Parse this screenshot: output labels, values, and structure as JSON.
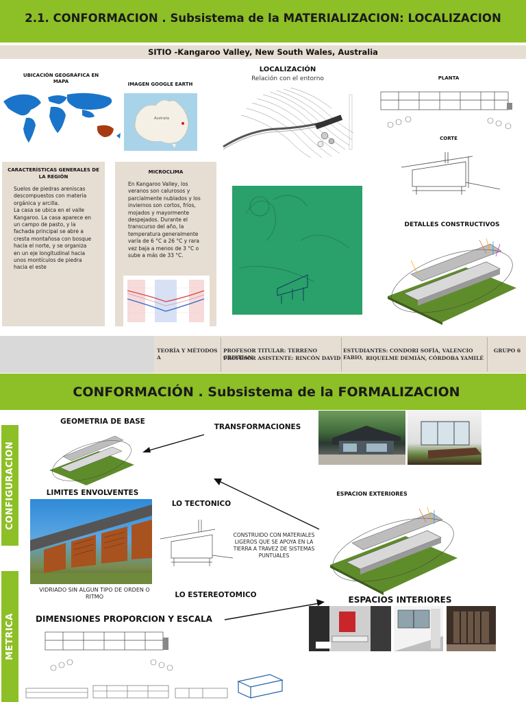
{
  "header1": {
    "title": "2.1. CONFORMACION . Subsistema de la MATERIALIZACION: LOCALIZACION"
  },
  "site": {
    "label": "SITIO -Kangaroo Valley, New South Wales, Australia"
  },
  "ubicacion": {
    "title": "UBICACIÓN GEOGRÁFICA EN MAPA"
  },
  "google": {
    "title": "IMAGEN GOOGLE EARTH",
    "map_label": "Australia"
  },
  "localizacion": {
    "title": "LOCALIZACIÓN",
    "subtitle": "Relación con el entorno"
  },
  "planta": {
    "title": "PLANTA"
  },
  "corte": {
    "title": "CORTE"
  },
  "detalles": {
    "title": "DETALLES CONSTRUCTIVOS"
  },
  "caracteristicas": {
    "title": "CARACTERÍSTICAS GENERALES DE LA REGIÓN",
    "body": "Suelos de piedras areniscas descompuestos con materia orgánica y arcilla.\nLa casa se ubica en el valle Kangaroo. La casa aparece en un campo de pasto, y la fachada principal se abre a cresta montañosa con bosque hacia el norte, y se organiza en un eje longitudinal hacia unos montículos de piedra hacia el este"
  },
  "microclima": {
    "title": "MICROCLIMA",
    "body": "En Kangaroo Valley, los veranos son calurosos y parcialmente nublados y los inviernos son cortos, fríos, mojados y mayormente despejados. Durante el transcurso del año, la temperatura generalmente varía de 6 °C a 26 °C y rara vez baja a menos de 3 °C o sube a más de 33 °C."
  },
  "footer": {
    "col1": "TEORÍA Y MÉTODOS A",
    "col2_line1": "PROFESOR TITULAR: TERRENO CRISTIAN",
    "col2_line2": "PROFESOR ASISTENTE: RINCÓN DAVID",
    "col3_line1": "ESTUDIANTES:  CONDORI SOFÍA, VALENCIO FABIO,",
    "col3_line2": "RIQUELME DEMIÁN, CÓRDOBA YAMILÉ",
    "col4": "GRUPO 6"
  },
  "header2": {
    "title": "CONFORMACIÓN . Subsistema de la FORMALIZACION"
  },
  "side": {
    "configuracion": "CONFIGURACION",
    "metrica": "METRICA"
  },
  "formal": {
    "geometria": "GEOMETRIA DE BASE",
    "transformaciones": "TRANSFORMACIONES",
    "limites": "LIMITES ENVOLVENTES",
    "tectonico": "LO TECTONICO",
    "construido": "CONSTRUIDO CON MATERIALES LIGEROS QUE SE APOYA EN LA TIERRA A TRAVEZ DE SISTEMAS PUNTUALES",
    "espacion_ext": "ESPACION EXTERIORES",
    "vidriado": "VIDRIADO SIN ALGUN TIPO DE ORDEN O RITMO",
    "estereotomico": "LO ESTEREOTOMICO",
    "espacios_int": "ESPACIOS INTERIORES",
    "dimensiones": "DIMENSIONES PROPORCION Y ESCALA"
  },
  "colors": {
    "accent_green": "#8dbf26",
    "beige": "#e6ddd3",
    "grey_band": "#d9d9d9"
  }
}
